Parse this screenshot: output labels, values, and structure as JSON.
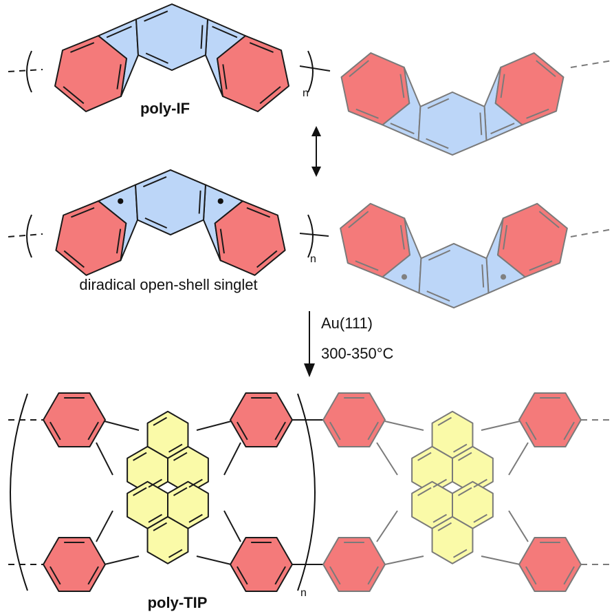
{
  "labels": {
    "top_polymer": "poly-IF",
    "middle_caption": "diradical open-shell singlet",
    "bottom_polymer": "poly-TIP",
    "repeat_subscript": "n"
  },
  "reaction": {
    "substrate": "Au(111)",
    "temperature": "300-350°C"
  },
  "colors": {
    "benzene_ring": "#f47a7a",
    "five_membered_ring": "#bcd6f8",
    "pyrene_core": "#fafaa8",
    "bond_dark": "#1a1a1a",
    "bond_gray": "#7a7a7a"
  }
}
